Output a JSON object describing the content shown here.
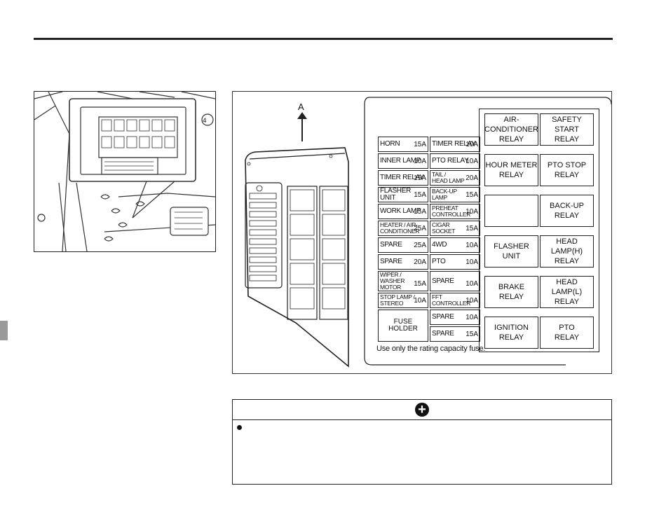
{
  "direction_label": "A",
  "fuses": [
    {
      "left": {
        "name": "HORN",
        "rating": "15A"
      },
      "right": {
        "name": "TIMER RELAY",
        "rating": "10A"
      }
    },
    {
      "left": {
        "name": "INNER LAMP",
        "rating": "10A"
      },
      "right": {
        "name": "PTO RELAY",
        "rating": "10A"
      }
    },
    {
      "left": {
        "name": "TIMER RELAY",
        "rating": "15A"
      },
      "right": {
        "name": "TAIL /\nHEAD LAMP",
        "rating": "20A"
      }
    },
    {
      "left": {
        "name": "FLASHER UNIT",
        "rating": "15A"
      },
      "right": {
        "name": "BACK-UP\nLAMP",
        "rating": "15A"
      }
    },
    {
      "left": {
        "name": "WORK LAMP",
        "rating": "15A"
      },
      "right": {
        "name": "PREHEAT\nCONTROLLER",
        "rating": "10A"
      }
    },
    {
      "left": {
        "name": "HEATER / AIR-\nCONDITIONER",
        "rating": "25A"
      },
      "right": {
        "name": "CIGAR\nSOCKET",
        "rating": "15A"
      }
    },
    {
      "left": {
        "name": "SPARE",
        "rating": "25A"
      },
      "right": {
        "name": "4WD",
        "rating": "10A"
      }
    },
    {
      "left": {
        "name": "SPARE",
        "rating": "20A"
      },
      "right": {
        "name": "PTO",
        "rating": "10A"
      }
    },
    {
      "left": {
        "name": "WIPER / WASHER\nMOTOR",
        "rating": "15A"
      },
      "right": {
        "name": "SPARE",
        "rating": "10A"
      }
    },
    {
      "left": {
        "name": "STOP LAMP /\nSTEREO",
        "rating": "10A"
      },
      "right": {
        "name": "FFT\nCONTROLLER",
        "rating": "10A"
      }
    }
  ],
  "fuse_holder": {
    "label": "FUSE HOLDER",
    "spares": [
      {
        "name": "SPARE",
        "rating": "10A"
      },
      {
        "name": "SPARE",
        "rating": "15A"
      }
    ]
  },
  "fuse_note": "Use only the rating capacity fuse.",
  "relays": [
    "AIR-CONDITIONER\nRELAY",
    "SAFETY START\nRELAY",
    "HOUR METER\nRELAY",
    "PTO STOP\nRELAY",
    "",
    "BACK-UP\nRELAY",
    "FLASHER\nUNIT",
    "HEAD LAMP(H)\nRELAY",
    "BRAKE\nRELAY",
    "HEAD LAMP(L)\nRELAY",
    "IGNITION\nRELAY",
    "PTO\nRELAY"
  ],
  "icons": {
    "warning": "plus-circle-icon"
  }
}
